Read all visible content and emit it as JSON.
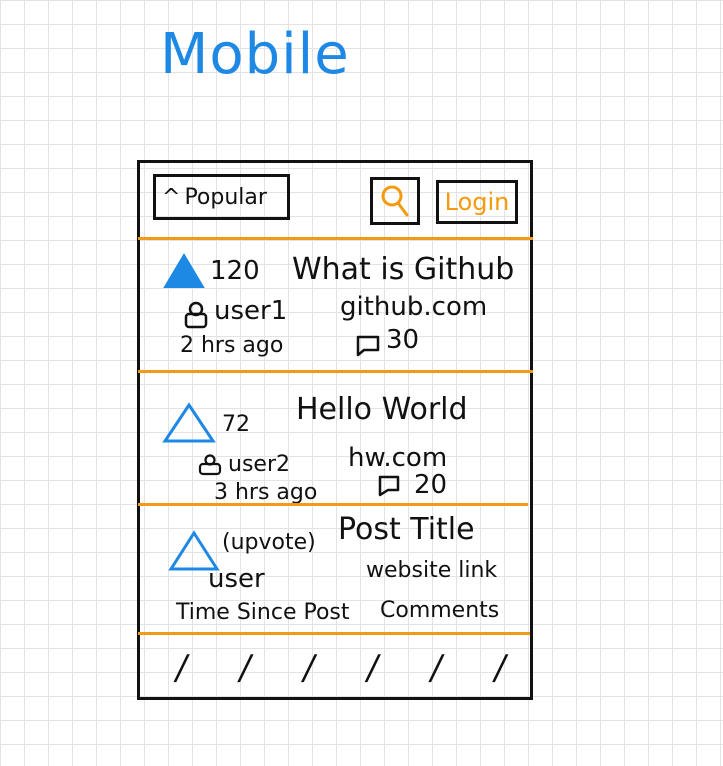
{
  "page_title": "Mobile",
  "header": {
    "popular_label": "Popular",
    "login_label": "Login"
  },
  "posts": [
    {
      "votes": "120",
      "title": "What is Github",
      "user": "user1",
      "site": "github.com",
      "time": "2 hrs ago",
      "comments": "30"
    },
    {
      "votes": "72",
      "title": "Hello World",
      "user": "user2",
      "site": "hw.com",
      "time": "3 hrs ago",
      "comments": "20"
    },
    {
      "votes": "(upvote)",
      "title": "Post Title",
      "user": "user",
      "site": "website link",
      "time": "Time Since Post",
      "comments": "Comments"
    }
  ],
  "colors": {
    "accent": "#f39a1a",
    "upvote": "#1e88e5"
  }
}
